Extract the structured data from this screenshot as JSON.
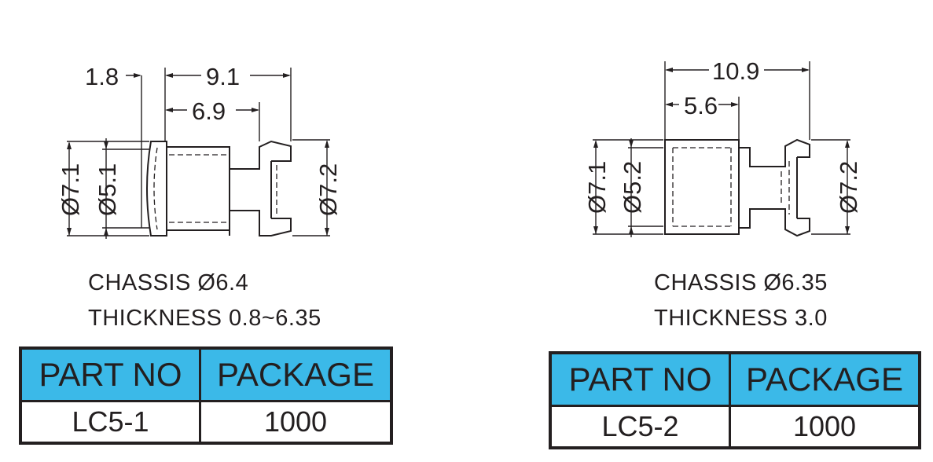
{
  "left": {
    "dims": {
      "d1": "1.8",
      "d2": "9.1",
      "d3": "6.9",
      "v1": "Ø7.1",
      "v2": "Ø5.1",
      "v3": "Ø7.2"
    },
    "spec": {
      "line1": "CHASSIS  Ø6.4",
      "line2": "THICKNESS  0.8~6.35"
    },
    "table": {
      "headers": [
        "PART NO",
        "PACKAGE"
      ],
      "row": [
        "LC5-1",
        "1000"
      ]
    }
  },
  "right": {
    "dims": {
      "d1": "10.9",
      "d2": "5.6",
      "v1": "Ø7.1",
      "v2": "Ø5.2",
      "v3": "Ø7.2"
    },
    "spec": {
      "line1": "CHASSIS  Ø6.35",
      "line2": "THICKNESS  3.0"
    },
    "table": {
      "headers": [
        "PART NO",
        "PACKAGE"
      ],
      "row": [
        "LC5-2",
        "1000"
      ]
    }
  },
  "colors": {
    "header_fill": "#3bb9e8",
    "line": "#231f20"
  }
}
